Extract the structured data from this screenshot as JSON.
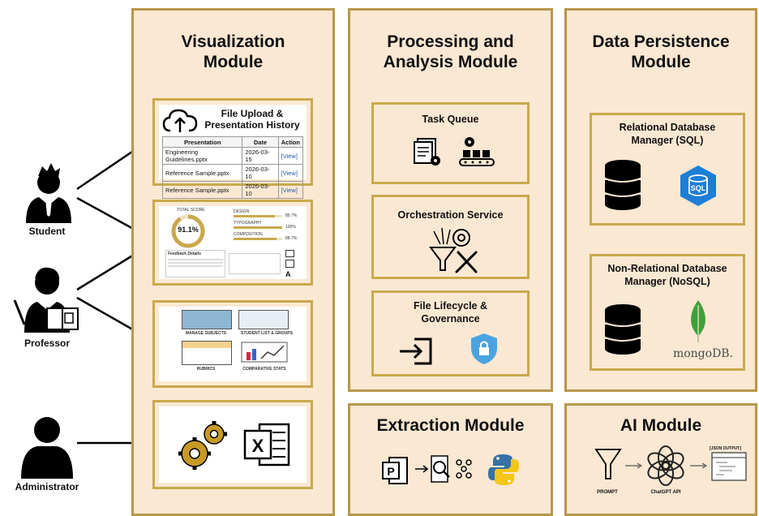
{
  "actors": {
    "student": "Student",
    "professor": "Professor",
    "administrator": "Administrator"
  },
  "visualization": {
    "title_line1": "Visualization",
    "title_line2": "Module",
    "upload_card": {
      "heading_line1": "File Upload &",
      "heading_line2": "Presentation History",
      "columns": [
        "Presentation",
        "Date",
        "Action"
      ],
      "rows": [
        [
          "Engineering Guidelines.pptx",
          "2026-03-15",
          "[View]"
        ],
        [
          "Reference Sample.pptx",
          "2026-03-10",
          "[View]"
        ],
        [
          "Reference Sample.pptx",
          "2026-03-10",
          "[View]"
        ]
      ]
    },
    "score_card": {
      "total_label": "TOTAL SCORE",
      "score": "91.1%",
      "score_fraction": 0.911,
      "metrics": [
        {
          "label": "DESIGN",
          "value": "85.7%",
          "fraction": 0.857
        },
        {
          "label": "TYPOGRAPHY",
          "value": "100%",
          "fraction": 1.0
        },
        {
          "label": "COMPOSITION",
          "value": "88.7%",
          "fraction": 0.887
        }
      ],
      "feedback_label": "Feedback Details"
    },
    "management_card": {
      "labels": [
        "MANAGE SUBJECTS",
        "STUDENT LIST & GROUPS",
        "RUBRICS",
        "COMPARATIVE STATS"
      ]
    }
  },
  "processing": {
    "title_line1": "Processing and",
    "title_line2": "Analysis Module",
    "task_queue": "Task Queue",
    "orchestration": "Orchestration Service",
    "lifecycle_line1": "File Lifecycle &",
    "lifecycle_line2": "Governance"
  },
  "persistence": {
    "title_line1": "Data Persistence",
    "title_line2": "Module",
    "relational_line1": "Relational Database",
    "relational_line2": "Manager (SQL)",
    "sql_badge": "SQL",
    "nonrelational_line1": "Non-Relational Database",
    "nonrelational_line2": "Manager (NoSQL)",
    "mongo_label": "mongoDB."
  },
  "extraction": {
    "title": "Extraction Module"
  },
  "ai": {
    "title": "AI Module",
    "prompt_label": "PROMPT",
    "api_label": "ChatGPT API",
    "output_label": "[JSON OUTPUT]"
  },
  "colors": {
    "panel_fill": "#fbe8d3",
    "panel_border": "#b8974c",
    "gold": "#c9a94c",
    "icon_blue": "#2e86de"
  }
}
